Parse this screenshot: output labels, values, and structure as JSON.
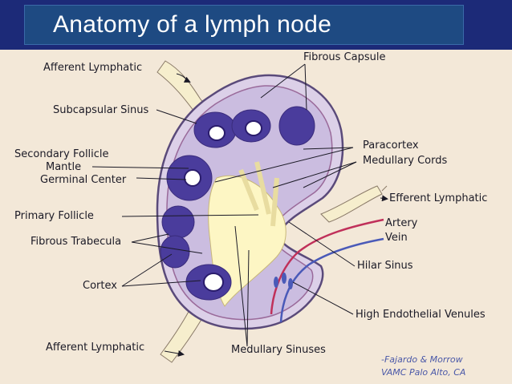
{
  "title": "Anatomy of  a lymph node",
  "labels": {
    "afferent_top": "Afferent Lymphatic",
    "fibrous_capsule": "Fibrous Capsule",
    "subcapsular_sinus": "Subcapsular Sinus",
    "secondary_follicle": "Secondary Follicle",
    "mantle": "Mantle",
    "germinal_center": "Germinal Center",
    "paracortex": "Paracortex",
    "medullary_cords": "Medullary Cords",
    "efferent_lymphatic": "Efferent Lymphatic",
    "primary_follicle": "Primary Follicle",
    "artery": "Artery",
    "vein": "Vein",
    "fibrous_trabecula": "Fibrous Trabecula",
    "hilar_sinus": "Hilar Sinus",
    "cortex": "Cortex",
    "high_endothelial_venules": "High Endothelial Venules",
    "afferent_bottom": "Afferent Lymphatic",
    "medullary_sinuses": "Medullary Sinuses"
  },
  "credit": {
    "line1": "-Fajardo & Morrow",
    "line2": "VAMC Palo Alto, CA"
  },
  "colors": {
    "slide_background": "#1c2a78",
    "title_box": "#1e4a82",
    "paper": "#f3e8d8",
    "follicle": "#4a3c9c",
    "cortex_fill": "#c8b8e0",
    "medulla_fill": "#fdf6c4",
    "artery": "#c0305a",
    "vein": "#4a5ab8"
  }
}
